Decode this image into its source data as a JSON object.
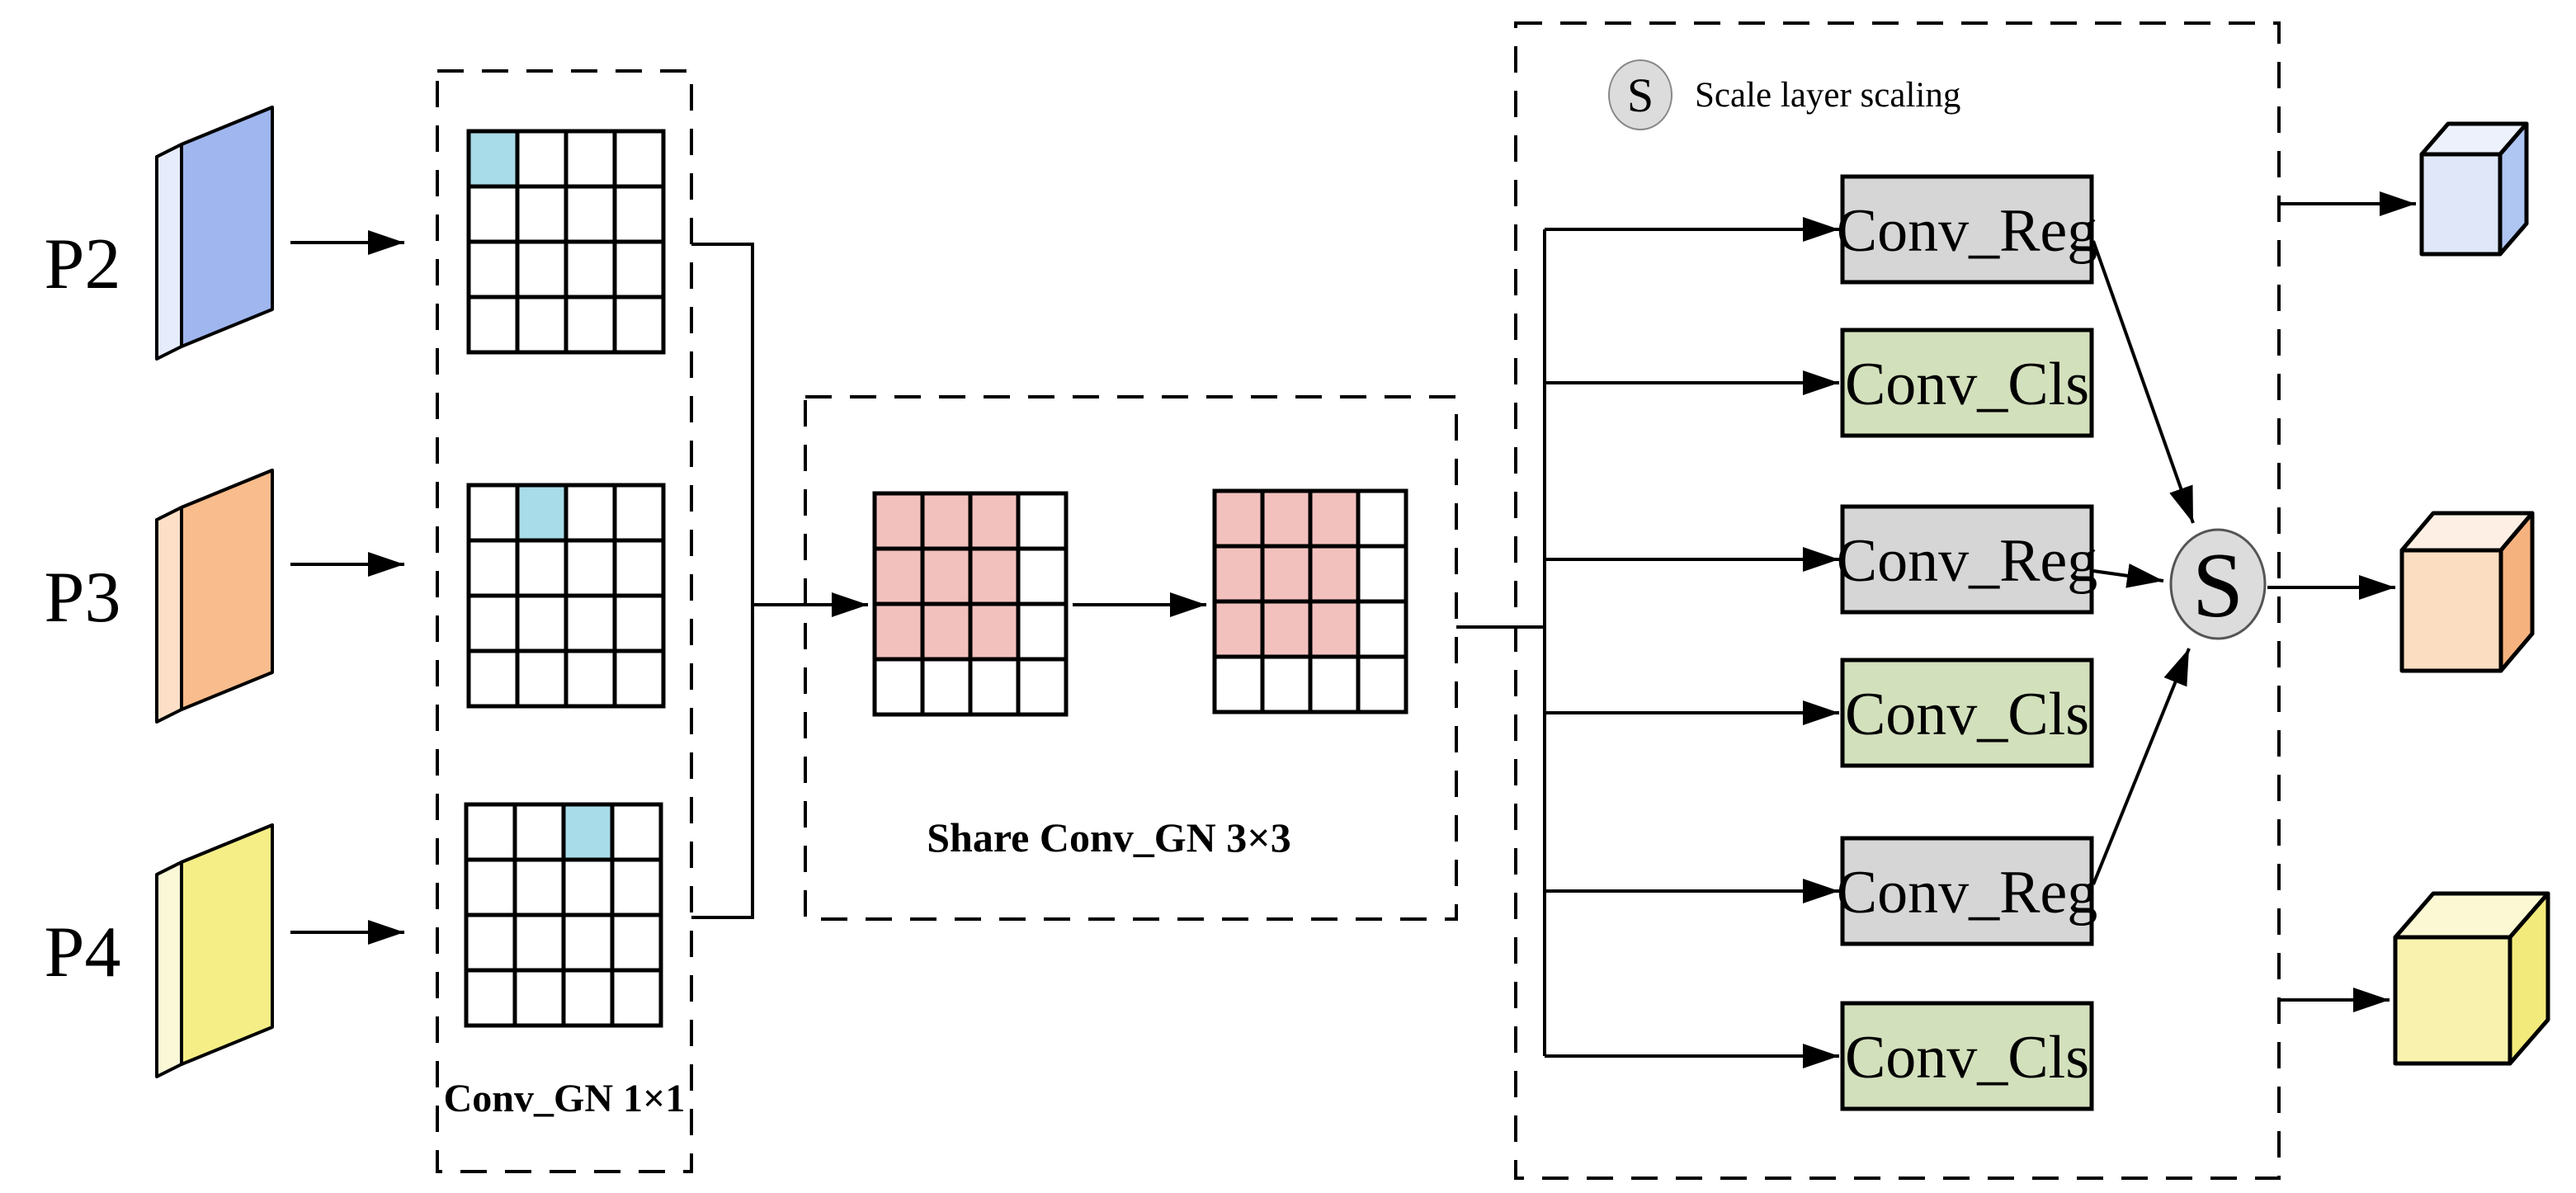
{
  "inputs": [
    {
      "label": "P2",
      "colors": {
        "front": "#9FB6EE",
        "side": "#E6ECFB",
        "top": "#EDF1FC"
      }
    },
    {
      "label": "P3",
      "colors": {
        "front": "#F9BC8C",
        "side": "#FCDFC6",
        "top": "#FCEBDD"
      }
    },
    {
      "label": "P4",
      "colors": {
        "front": "#F5EE87",
        "side": "#FBF8D8",
        "top": "#FAF6CB"
      }
    }
  ],
  "conv1_box": {
    "caption": "Conv_GN 1×1",
    "grid": {
      "rows": 4,
      "cols": 4,
      "highlight_color": "#A8DCE8",
      "highlights": [
        [
          0,
          0
        ],
        [
          0,
          1
        ],
        [
          0,
          2
        ]
      ],
      "cell_fill": "#FFFFFF"
    }
  },
  "share_box": {
    "caption": "Share Conv_GN 3×3",
    "grid": {
      "rows": 4,
      "cols": 4,
      "kernel_rows": 3,
      "kernel_cols": 3,
      "kernel_color": "#F2C1BE",
      "cell_fill": "#FFFFFF",
      "count": 2
    }
  },
  "legend": {
    "symbol": "S",
    "text": "Scale layer scaling",
    "circle_color": "#DCDCDC"
  },
  "scale_node": {
    "symbol": "S",
    "circle_color": "#DCDCDC"
  },
  "head": {
    "reg_color": "#D6D6D6",
    "cls_color": "#D3E0BC",
    "boxes": [
      {
        "label": "Conv_Reg",
        "type": "reg"
      },
      {
        "label": "Conv_Cls",
        "type": "cls"
      },
      {
        "label": "Conv_Reg",
        "type": "reg"
      },
      {
        "label": "Conv_Cls",
        "type": "cls"
      },
      {
        "label": "Conv_Reg",
        "type": "reg"
      },
      {
        "label": "Conv_Cls",
        "type": "cls"
      }
    ]
  },
  "outputs": [
    {
      "name": "output-cube-small",
      "colors": {
        "front": "#DFE7F9",
        "side": "#AFC5F2",
        "top": "#EDF1FC"
      }
    },
    {
      "name": "output-cube-medium",
      "colors": {
        "front": "#FBDDC1",
        "side": "#F6B27E",
        "top": "#FDEFE3"
      }
    },
    {
      "name": "output-cube-large",
      "colors": {
        "front": "#F8F2AE",
        "side": "#F3EA7C",
        "top": "#FBF8D3"
      }
    }
  ],
  "line_color": "#000000"
}
